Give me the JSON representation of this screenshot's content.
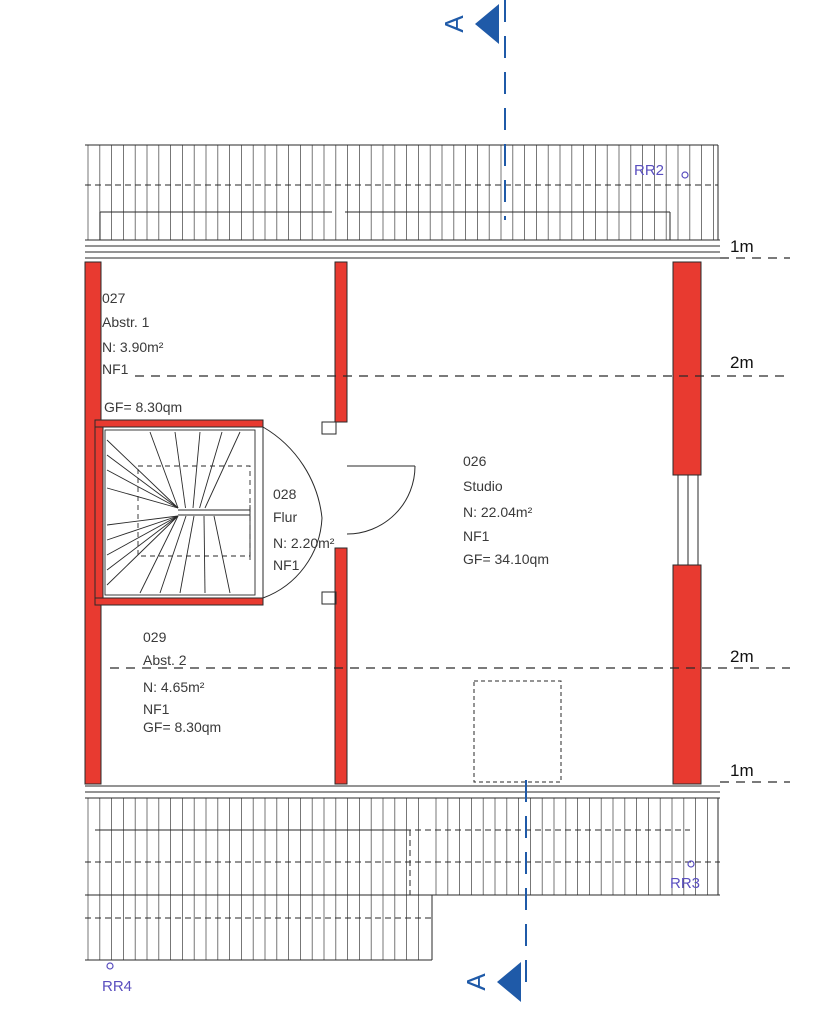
{
  "colors": {
    "wall_fill": "#e83a30",
    "line": "#2a2a2a",
    "section_blue": "#1f5aa8",
    "marker_purple": "#5a4fbf"
  },
  "section_marker": {
    "label": "A"
  },
  "height_lines": {
    "top_1m": "1m",
    "top_2m": "2m",
    "bottom_2m": "2m",
    "bottom_1m": "1m"
  },
  "markers": {
    "rr2": "RR2",
    "rr3": "RR3",
    "rr4": "RR4"
  },
  "rooms": {
    "r027": {
      "number": "027",
      "name": "Abstr. 1",
      "area": "N:  3.90m²",
      "use": "NF1",
      "gf": "GF=  8.30qm"
    },
    "r028": {
      "number": "028",
      "name": "Flur",
      "area": "N:  2.20m²",
      "use": "NF1"
    },
    "r026": {
      "number": "026",
      "name": "Studio",
      "area": "N:  22.04m²",
      "use": "NF1",
      "gf": "GF=  34.10qm"
    },
    "r029": {
      "number": "029",
      "name": "Abst. 2",
      "area": "N:  4.65m²",
      "use": "NF1",
      "gf": "GF=  8.30qm"
    }
  }
}
